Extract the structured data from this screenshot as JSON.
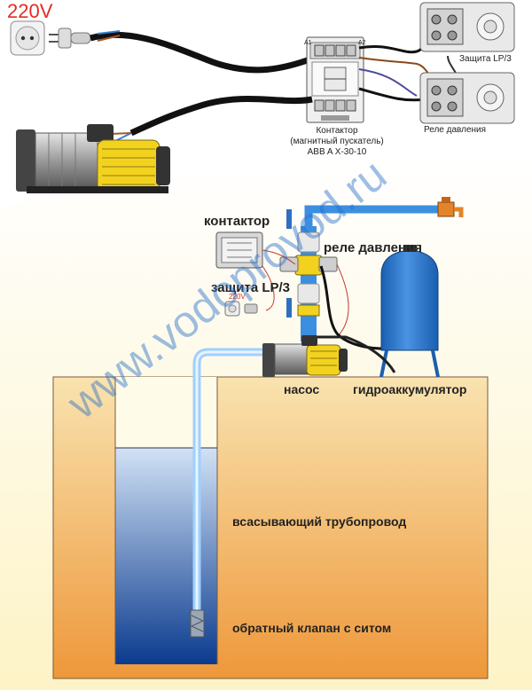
{
  "top": {
    "voltage": "220V",
    "contactor_caption": [
      "Контактор",
      "(магнитный пускатель)",
      "ABB A X-30-10"
    ],
    "protection_caption": "Защита LP/3",
    "pressure_switch_caption": "Реле давления",
    "terminal_a1": "A1",
    "terminal_a2": "A2"
  },
  "bottom": {
    "contactor": "контактор",
    "pressure_switch": "реле давления",
    "protection": "защита LP/3",
    "small_voltage": "220V",
    "pump": "насос",
    "accumulator": "гидроаккумулятор",
    "suction_pipe": "всасывающий трубопровод",
    "check_valve": "обратный клапан с ситом"
  },
  "watermark": "www.vodoprovod.ru",
  "colors": {
    "voltage_red": "#e32b24",
    "sky": "#fdf5cf",
    "ground_top": "#f9e3ae",
    "ground_bottom": "#ef9a3a",
    "water_top": "#cfe0f6",
    "water_bottom": "#0a3a8f",
    "tank": "#1f6ec9",
    "pipe": "#3c8fe0",
    "pump_yellow": "#f3d21f"
  }
}
